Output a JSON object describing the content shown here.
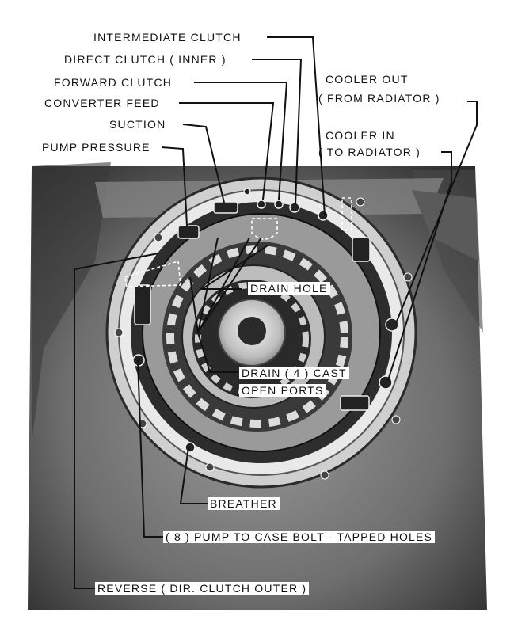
{
  "labels": {
    "intermediate_clutch": "INTERMEDIATE CLUTCH",
    "direct_clutch_inner": "DIRECT CLUTCH ( INNER )",
    "forward_clutch": "FORWARD CLUTCH",
    "converter_feed": "CONVERTER FEED",
    "suction": "SUCTION",
    "pump_pressure": "PUMP PRESSURE",
    "cooler_out_1": "COOLER OUT",
    "cooler_out_2": "( FROM RADIATOR )",
    "cooler_in_1": "COOLER IN",
    "cooler_in_2": "( TO RADIATOR )",
    "drain_hole": "DRAIN HOLE",
    "drain_cast_1": "DRAIN ( 4 ) CAST",
    "drain_cast_2": "OPEN PORTS",
    "breather": "BREATHER",
    "bolt_holes": "( 8 ) PUMP TO CASE BOLT - TAPPED HOLES",
    "reverse": "REVERSE ( DIR. CLUTCH OUTER )"
  }
}
